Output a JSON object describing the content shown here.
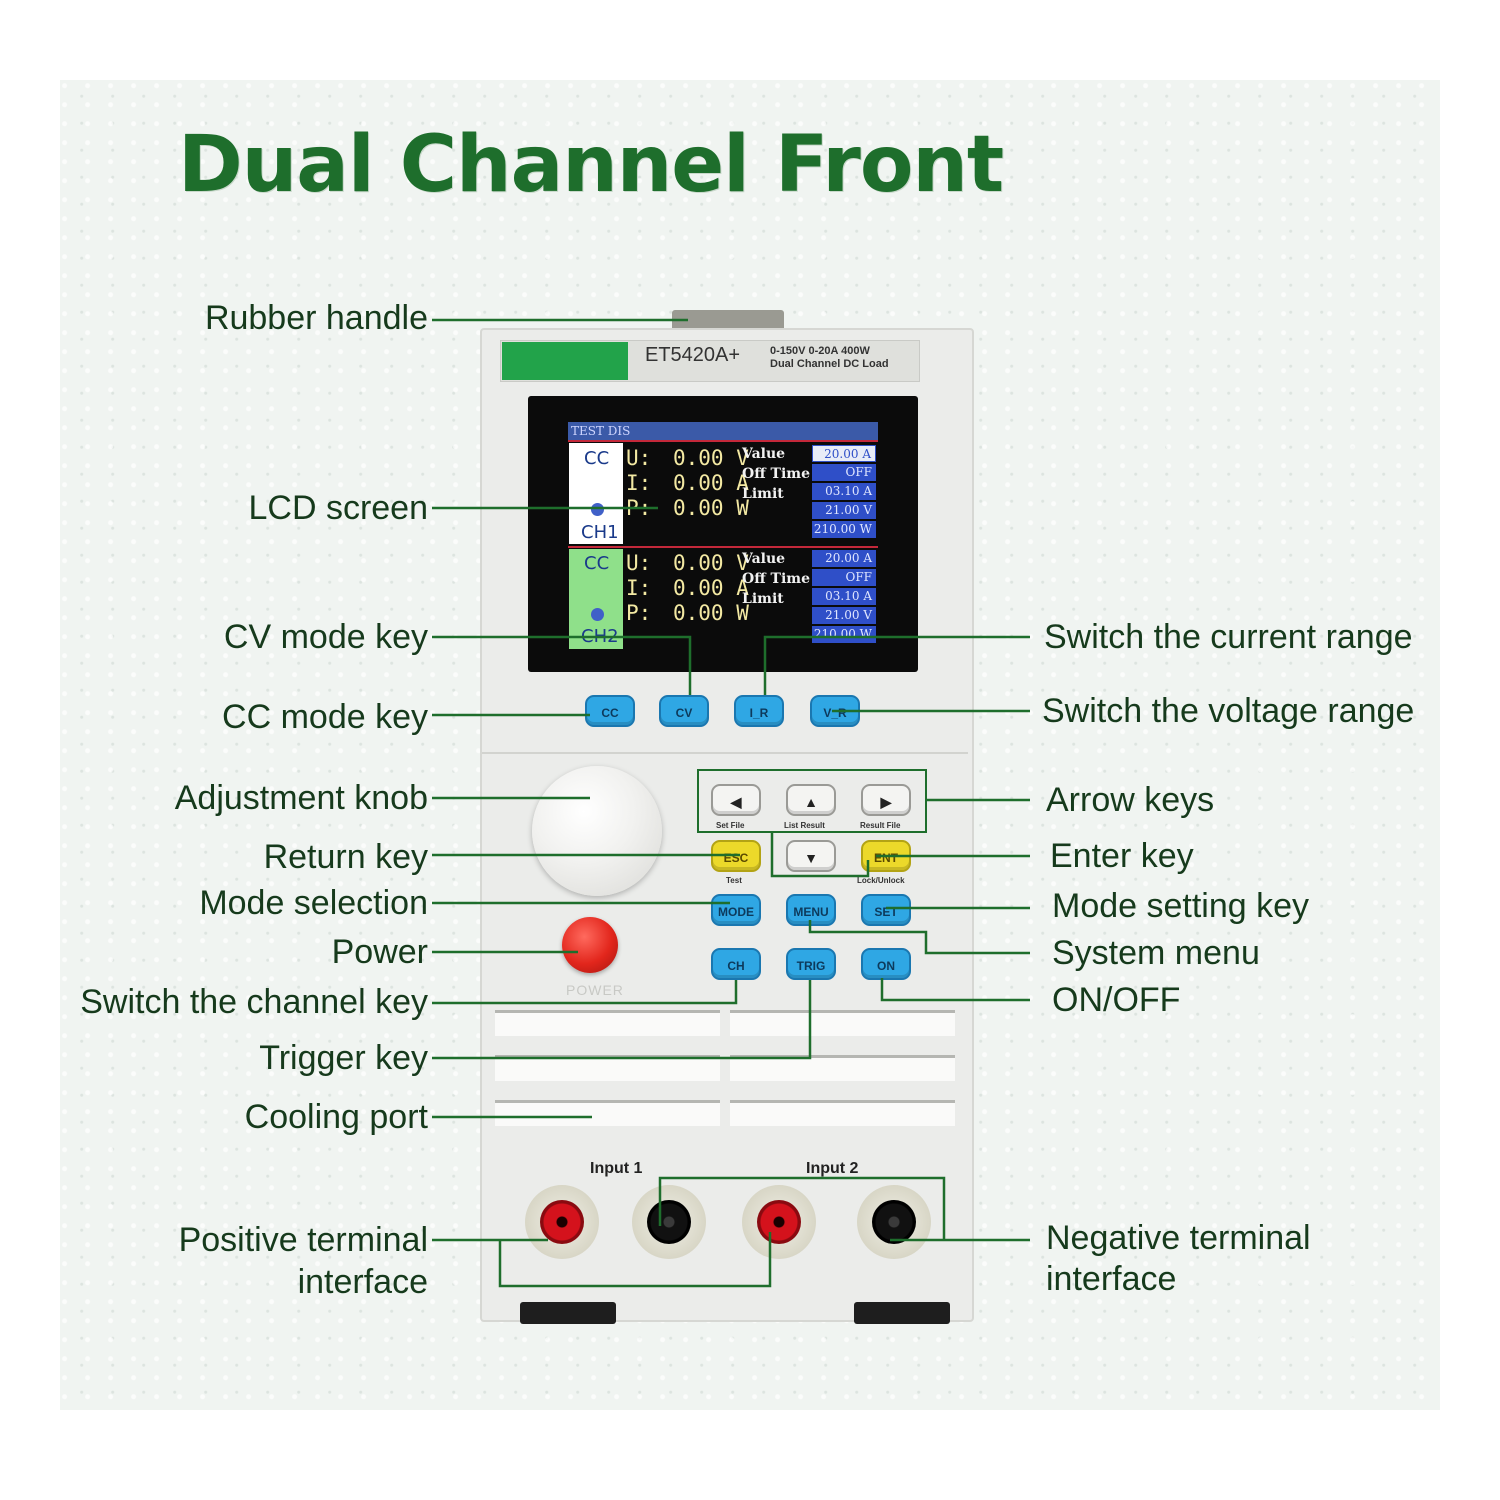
{
  "title": "Dual Channel Front",
  "device": {
    "model": "ET5420A+",
    "spec_line1": "0-150V 0-20A 400W",
    "spec_line2": "Dual Channel DC Load",
    "power_label": "POWER",
    "input1_label": "Input 1",
    "input2_label": "Input 2"
  },
  "lcd": {
    "header": "TEST DIS",
    "ch1": {
      "mode": "CC",
      "name": "CH1",
      "u_label": "U:",
      "u_value": "0.00 V",
      "i_label": "I:",
      "i_value": "0.00 A",
      "p_label": "P:",
      "p_value": "0.00 W",
      "side_labels": [
        "Value",
        "Off Time",
        "Limit"
      ],
      "boxes": [
        "20.00 A",
        "OFF",
        "03.10 A",
        "21.00 V",
        "210.00 W"
      ],
      "bg_color": "#ffffff"
    },
    "ch2": {
      "mode": "CC",
      "name": "CH2",
      "u_label": "U:",
      "u_value": "0.00 V",
      "i_label": "I:",
      "i_value": "0.00 A",
      "p_label": "P:",
      "p_value": "0.00 W",
      "side_labels": [
        "Value",
        "Off Time",
        "Limit"
      ],
      "boxes": [
        "20.00 A",
        "OFF",
        "03.10 A",
        "21.00 V",
        "210.00 W"
      ],
      "bg_color": "#8fe08a"
    }
  },
  "keys": {
    "cc": "CC",
    "cv": "CV",
    "i_r": "I_R",
    "v_r": "V_R",
    "left": "◀",
    "up": "▲",
    "right": "▶",
    "down": "▼",
    "left_sub": "Set File",
    "up_sub": "List Result",
    "right_sub": "Result File",
    "esc": "ESC",
    "esc_sub": "Test",
    "ent": "ENT",
    "ent_sub": "Lock/Unlock",
    "mode": "MODE",
    "menu": "MENU",
    "set": "SET",
    "ch": "CH",
    "trig": "TRIG",
    "on": "ON"
  },
  "labels_left": {
    "rubber_handle": "Rubber handle",
    "lcd_screen": "LCD screen",
    "cv_mode_key": "CV mode key",
    "cc_mode_key": "CC mode key",
    "adjustment_knob": "Adjustment knob",
    "return_key": "Return key",
    "mode_selection": "Mode selection",
    "power": "Power",
    "switch_channel": "Switch the channel key",
    "trigger_key": "Trigger key",
    "cooling_port": "Cooling port",
    "positive_terminal_1": "Positive terminal",
    "positive_terminal_2": "interface"
  },
  "labels_right": {
    "switch_current_range": "Switch the current range",
    "switch_voltage_range": "Switch the voltage range",
    "arrow_keys": "Arrow keys",
    "enter_key": "Enter key",
    "mode_setting_key": "Mode setting key",
    "system_menu": "System menu",
    "on_off": "ON/OFF",
    "negative_terminal_1": "Negative terminal",
    "negative_terminal_2": "interface"
  },
  "colors": {
    "title": "#1e6e2c",
    "leader_line": "#1e6e2c",
    "label_text": "#163a1c",
    "lcd_accent": "#2f4fc8",
    "key_blue": "#2fa7e4",
    "key_yellow": "#ecd92a",
    "brand_green": "#22a34a"
  }
}
